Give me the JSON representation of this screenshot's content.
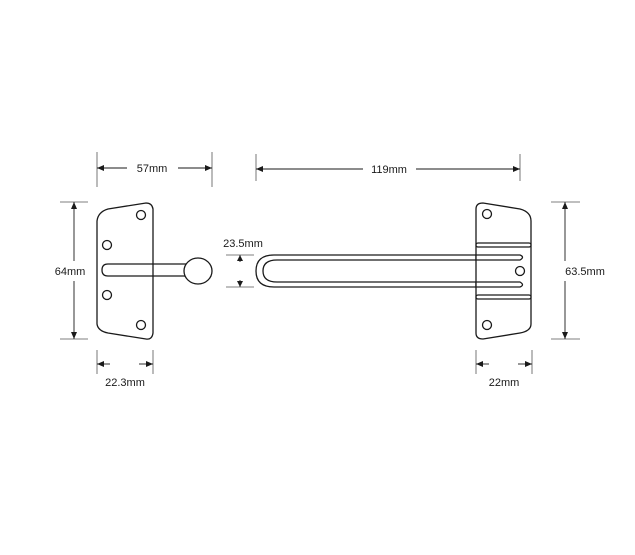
{
  "diagram": {
    "title": "Door chain / door guard dimension drawing",
    "units": "mm",
    "colors": {
      "line": "#1a1a1a",
      "background": "#ffffff"
    },
    "parts": [
      {
        "id": "left-plate",
        "name": "Keeper plate with knob",
        "holes": 4
      },
      {
        "id": "slotted-bar",
        "name": "Slotted guard arm"
      },
      {
        "id": "right-plate",
        "name": "Hinge plate",
        "holes": 3
      }
    ],
    "dimensions": {
      "left_plate_overall_width": "57mm",
      "left_plate_height": "64mm",
      "left_plate_width": "22.3mm",
      "bar_length": "119mm",
      "bar_width": "23.5mm",
      "right_plate_height": "63.5mm",
      "right_plate_width": "22mm"
    }
  }
}
